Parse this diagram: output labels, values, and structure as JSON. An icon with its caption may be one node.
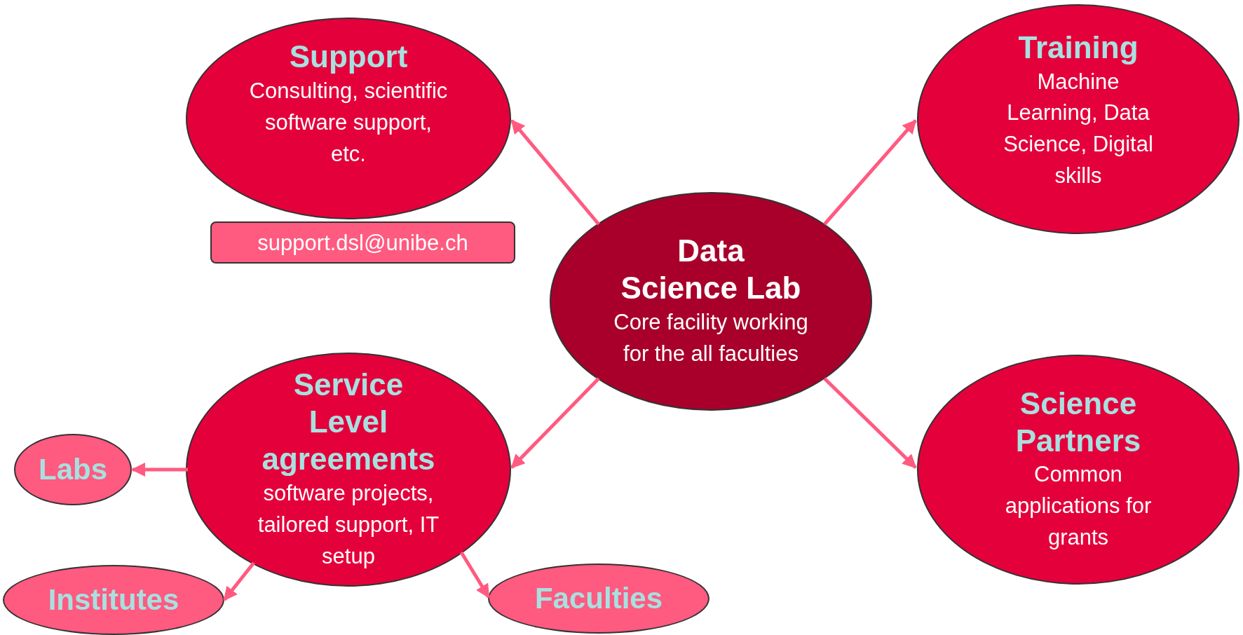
{
  "diagram": {
    "nodes": [
      {
        "text": [
          "Support",
          "Consulting, scientific software support, etc."
        ]
      },
      {
        "text": [
          "support.dsl@unibe.ch"
        ]
      },
      {
        "text": [
          "Data Science Lab",
          "Core facility working for the all faculties"
        ]
      },
      {
        "text": [
          "Training",
          "Machine Learning, Data Science, Digital skills"
        ]
      },
      {
        "text": [
          "Service Level agreements",
          "software projects, tailored support, IT setup"
        ]
      },
      {
        "text": [
          "Science Partners",
          "Common applications for grants"
        ]
      },
      {
        "text": [
          "Labs"
        ]
      },
      {
        "text": [
          "Institutes"
        ]
      },
      {
        "text": [
          "Faculties"
        ]
      }
    ],
    "edges": [
      {
        "from": 2,
        "to": 0,
        "arrow": "to"
      },
      {
        "from": 2,
        "to": 3,
        "arrow": "to"
      },
      {
        "from": 2,
        "to": 4,
        "arrow": "to"
      },
      {
        "from": 2,
        "to": 5,
        "arrow": "to"
      },
      {
        "from": 4,
        "to": 6,
        "arrow": "to"
      },
      {
        "from": 4,
        "to": 7,
        "arrow": "to"
      },
      {
        "from": 4,
        "to": 8,
        "arrow": "to"
      }
    ]
  }
}
